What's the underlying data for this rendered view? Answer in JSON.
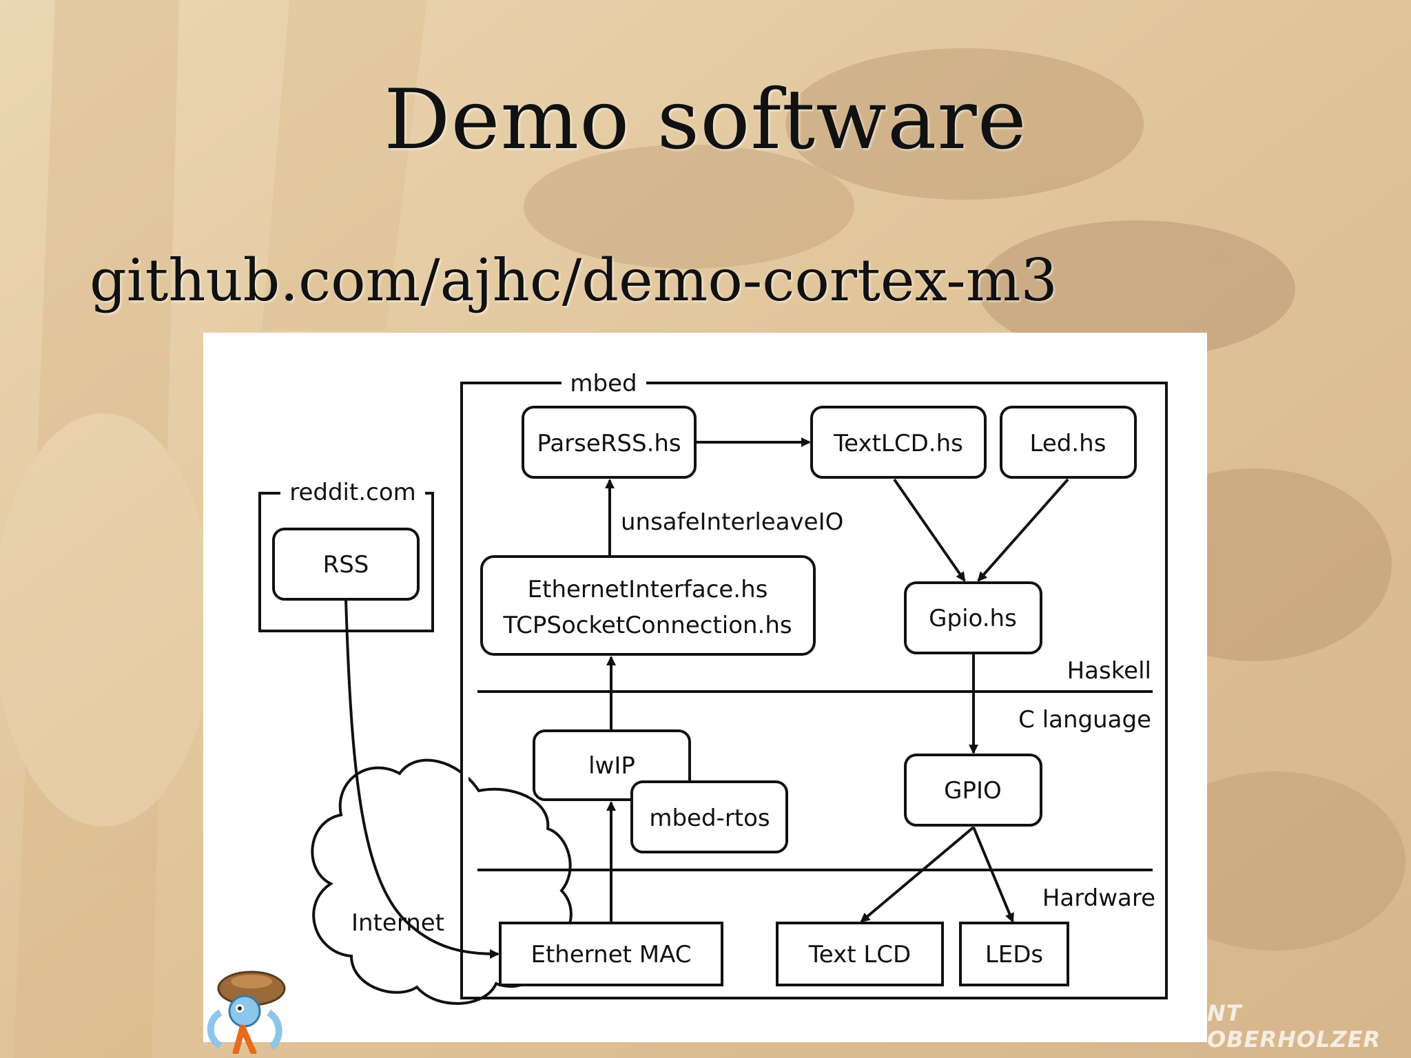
{
  "slide": {
    "title": "Demo software",
    "url": "github.com/ajhc/demo-cortex-m3",
    "credit": "NT OBERHOLZER"
  },
  "diagram": {
    "groups": {
      "mbed": "mbed",
      "reddit": "reddit.com"
    },
    "nodes": {
      "parse_rss": "ParseRSS.hs",
      "text_lcd_hs": "TextLCD.hs",
      "led_hs": "Led.hs",
      "rss": "RSS",
      "ethernet_interface": "EthernetInterface.hs",
      "tcp_socket": "TCPSocketConnection.hs",
      "gpio_hs": "Gpio.hs",
      "lwip": "lwIP",
      "mbed_rtos": "mbed-rtos",
      "gpio": "GPIO",
      "ethernet_mac": "Ethernet MAC",
      "text_lcd": "Text LCD",
      "leds": "LEDs",
      "internet": "Internet"
    },
    "edge_labels": {
      "unsafe_interleave": "unsafeInterleaveIO"
    },
    "layers": {
      "haskell": "Haskell",
      "c_language": "C language",
      "hardware": "Hardware"
    }
  },
  "colors": {
    "background_warm": "#d9b98a",
    "line": "#111111",
    "panel": "#ffffff"
  }
}
